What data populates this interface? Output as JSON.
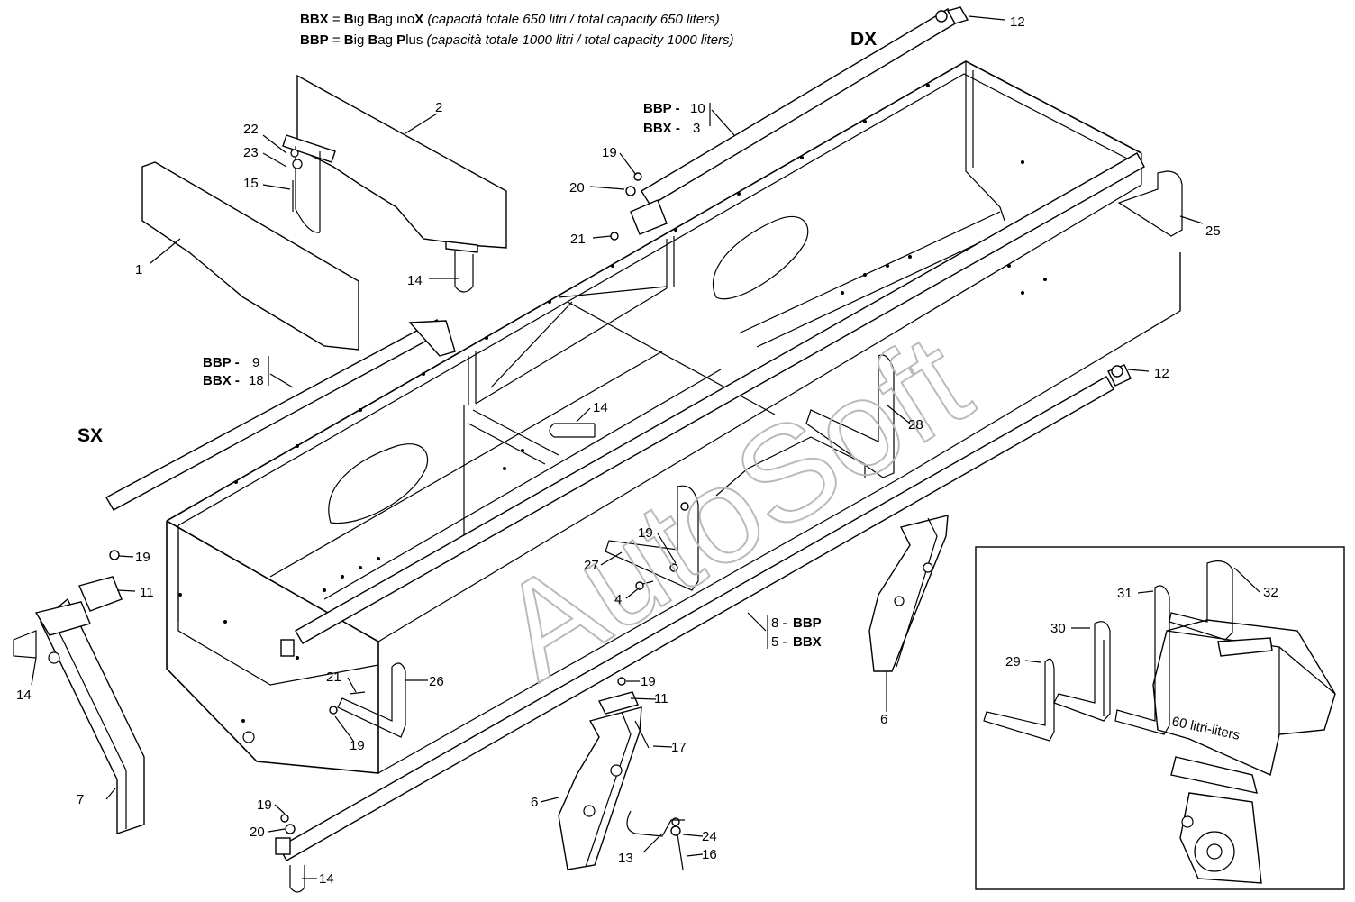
{
  "legend": {
    "bbx_code": "BBX",
    "bbx_eq": " = ",
    "bbx_b1": "B",
    "bbx_t1": "ig ",
    "bbx_b2": "B",
    "bbx_t2": "ag ino",
    "bbx_b3": "X",
    "bbx_note": "(capacità totale 650 litri / total capacity 650 liters)",
    "bbp_code": "BBP",
    "bbp_eq": " = ",
    "bbp_b1": "B",
    "bbp_t1": "ig ",
    "bbp_b2": "B",
    "bbp_t2": "ag ",
    "bbp_b3": "P",
    "bbp_t3": "lus",
    "bbp_note": "(capacità totale 1000 litri / total capacity 1000 liters)"
  },
  "sides": {
    "right": "DX",
    "left": "SX"
  },
  "callouts": {
    "c1": "1",
    "c2": "2",
    "c4": "4",
    "c6a": "6",
    "c6b": "6",
    "c7": "7",
    "c11a": "11",
    "c11b": "11",
    "c12a": "12",
    "c12b": "12",
    "c13": "13",
    "c14a": "14",
    "c14b": "14",
    "c14c": "14",
    "c14d": "14",
    "c15": "15",
    "c16": "16",
    "c17": "17",
    "c19a": "19",
    "c19b": "19",
    "c19c": "19",
    "c19d": "19",
    "c19e": "19",
    "c19f": "19",
    "c20a": "20",
    "c20b": "20",
    "c21a": "21",
    "c21b": "21",
    "c22": "22",
    "c23": "23",
    "c24": "24",
    "c25": "25",
    "c26": "26",
    "c27": "27",
    "c28": "28",
    "c29": "29",
    "c30": "30",
    "c31": "31",
    "c32": "32"
  },
  "variants": {
    "top_bbp_code": "BBP -",
    "top_bbp_num": "10",
    "top_bbx_code": "BBX -",
    "top_bbx_num": "3",
    "left_bbp_code": "BBP -",
    "left_bbp_num": "9",
    "left_bbx_code": "BBX -",
    "left_bbx_num": "18",
    "bottom_bbp_num": "8 -",
    "bottom_bbp_code": "BBP",
    "bottom_bbx_num": "5 -",
    "bottom_bbx_code": "BBX"
  },
  "inset": {
    "hopper_label": "60 litri-liters"
  },
  "watermark": "AutoSoft"
}
